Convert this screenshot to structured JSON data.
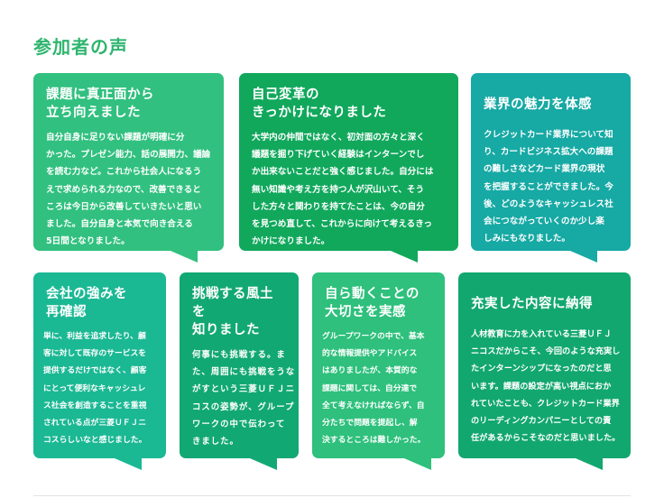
{
  "page_title": "参加者の声",
  "colors": {
    "title": "#2fb56f",
    "c1": "#31c07f",
    "c2": "#11a85c",
    "c3": "#17a9a4",
    "c4": "#1bb894",
    "c5": "#12a874",
    "c6": "#2ec07c",
    "c7": "#12a76f"
  },
  "cards": [
    {
      "title_lines": [
        "課題に真正面から",
        "立ち向えました"
      ],
      "body_lines": [
        "自分自身に足りない課題が明確に分",
        "かった。プレゼン能力、話の展開力、議論",
        "を読む力など。これから社会人になるう",
        "えで求められる力なので、改善できると",
        "ころは今日から改善していきたいと思い",
        "ました。自分自身と本気で向き合える",
        "5日間となりました。"
      ]
    },
    {
      "title_lines": [
        "自己変革の",
        "きっかけになりました"
      ],
      "body_lines": [
        "大学内の仲間ではなく、初対面の方々と深く",
        "議題を掘り下げていく経験はインターンでし",
        "か出来ないことだと強く感じました。自分には",
        "無い知識や考え方を持つ人が沢山いて、そう",
        "した方々と関わりを持てたことは、今の自分",
        "を見つめ直して、これからに向けて考えるきっ",
        "かけになりました。"
      ]
    },
    {
      "title_lines": [
        "業界の魅力を体感"
      ],
      "body_lines": [
        "クレジットカード業界について知",
        "り、カードビジネス拡大への課題",
        "の難しさなどカード業界の現状",
        "を把握することができました。今",
        "後、どのようなキャッシュレス社",
        "会につながっていくのか少し楽",
        "しみにもなりました。"
      ]
    },
    {
      "title_lines": [
        "会社の強みを",
        "再確認"
      ],
      "body_lines": [
        "単に、利益を追求したり、顧",
        "客に対して既存のサービスを",
        "提供するだけではなく、顧客",
        "にとって便利なキャッシュレ",
        "ス社会を創造することを重視",
        "されている点が三菱ＵＦＪニ",
        "コスらしいなと感じました。"
      ]
    },
    {
      "title_lines": [
        "挑戦する風土を",
        "知りました"
      ],
      "body_lines": [
        "何事にも挑戦する。ま",
        "た、周囲にも挑戦をうな",
        "がすという三菱ＵＦＪニ",
        "コスの姿勢が、グループ",
        "ワークの中で伝わって",
        "きました。"
      ]
    },
    {
      "title_lines": [
        "自ら動くことの",
        "大切さを実感"
      ],
      "body_lines": [
        "グループワークの中で、基本",
        "的な情報提供やアドバイス",
        "はありましたが、本質的な",
        "課題に関しては、自分達で",
        "全て考えなければならず、自",
        "分たちで問題を提起し、解",
        "決するところは難しかった。"
      ]
    },
    {
      "title_lines": [
        "充実した内容に納得"
      ],
      "body_lines": [
        "人材教育に力を入れている三菱ＵＦＪ",
        "ニコスだからこそ、今回のような充実し",
        "たインターンシップになったのだと思",
        "います。課題の設定が高い視点におか",
        "れていたことも、クレジットカード業界",
        "のリーディングカンパニーとしての責",
        "任があるからこそなのだと思いました。"
      ]
    }
  ]
}
